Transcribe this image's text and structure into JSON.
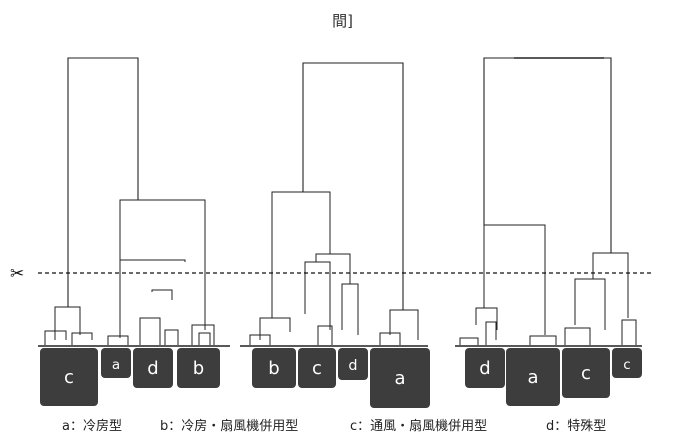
{
  "header": {
    "title": "間]"
  },
  "cut_line": {
    "icon": "scissors-icon",
    "glyph": "✂"
  },
  "legend": [
    {
      "key": "a",
      "text": "a：冷房型"
    },
    {
      "key": "b",
      "text": "b：冷房・扇風機併用型"
    },
    {
      "key": "c",
      "text": "c：通風・扇風機併用型"
    },
    {
      "key": "d",
      "text": "d：特殊型"
    }
  ],
  "dendrograms": [
    {
      "clusters": [
        "c",
        "a",
        "d",
        "b"
      ]
    },
    {
      "clusters": [
        "b",
        "c",
        "d",
        "a"
      ]
    },
    {
      "clusters": [
        "d",
        "a",
        "c",
        "c"
      ]
    }
  ],
  "colors": {
    "badge": "#3d3d3d",
    "badge_text": "#ffffff",
    "line": "#222222",
    "cut_line": "#111111"
  }
}
